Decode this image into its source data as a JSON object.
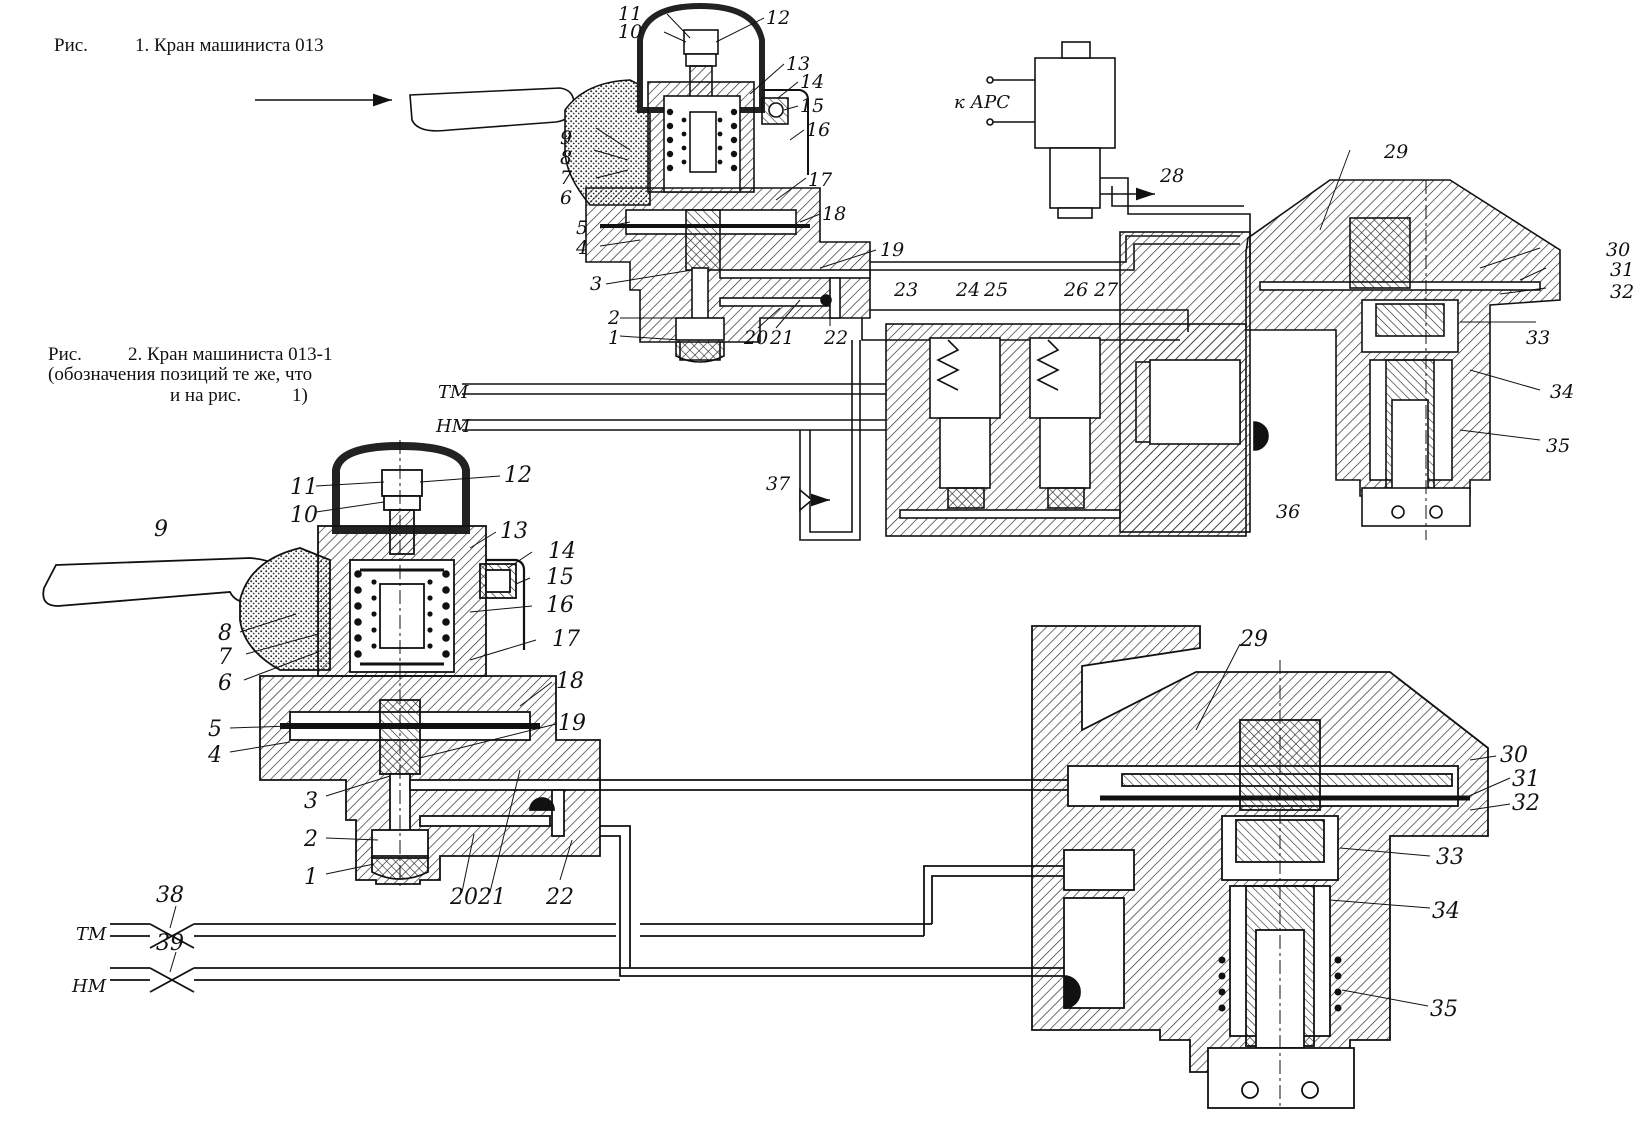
{
  "captions": {
    "fig1_prefix": "Рис.",
    "fig1_title": "1. Кран машиниста 013",
    "fig2_prefix": "Рис.",
    "fig2_line1": "2. Кран машиниста 013-1",
    "fig2_line2": "(обозначения позиций те же, что",
    "fig2_line3": "и на рис.",
    "fig2_line4": "1)"
  },
  "pipe_labels": {
    "tm_top": "ТМ",
    "nm_top": "НМ",
    "tm_bottom": "ТМ",
    "nm_bottom": "НМ",
    "arc": "к АРС"
  },
  "fig1_labels": {
    "p1": "1",
    "p2": "2",
    "p3": "3",
    "p4": "4",
    "p5": "5",
    "p6": "6",
    "p7": "7",
    "p8": "8",
    "p9": "9",
    "p10": "10",
    "p11": "11",
    "p12": "12",
    "p13": "13",
    "p14": "14",
    "p15": "15",
    "p16": "16",
    "p17": "17",
    "p18": "18",
    "p19": "19",
    "p20": "20",
    "p21": "21",
    "p22": "22",
    "p23": "23",
    "p24": "24",
    "p25": "25",
    "p26": "26",
    "p27": "27",
    "p28": "28",
    "p29": "29",
    "p30": "30",
    "p31": "31",
    "p32": "32",
    "p33": "33",
    "p34": "34",
    "p35": "35",
    "p36": "36",
    "p37": "37"
  },
  "fig2_labels": {
    "p1": "1",
    "p2": "2",
    "p3": "3",
    "p4": "4",
    "p5": "5",
    "p6": "6",
    "p7": "7",
    "p8": "8",
    "p9": "9",
    "p10": "10",
    "p11": "11",
    "p12": "12",
    "p13": "13",
    "p14": "14",
    "p15": "15",
    "p16": "16",
    "p17": "17",
    "p18": "18",
    "p19": "19",
    "p20": "20",
    "p21": "21",
    "p22": "22",
    "p29": "29",
    "p30": "30",
    "p31": "31",
    "p32": "32",
    "p33": "33",
    "p34": "34",
    "p35": "35",
    "p38": "38",
    "p39": "39"
  }
}
